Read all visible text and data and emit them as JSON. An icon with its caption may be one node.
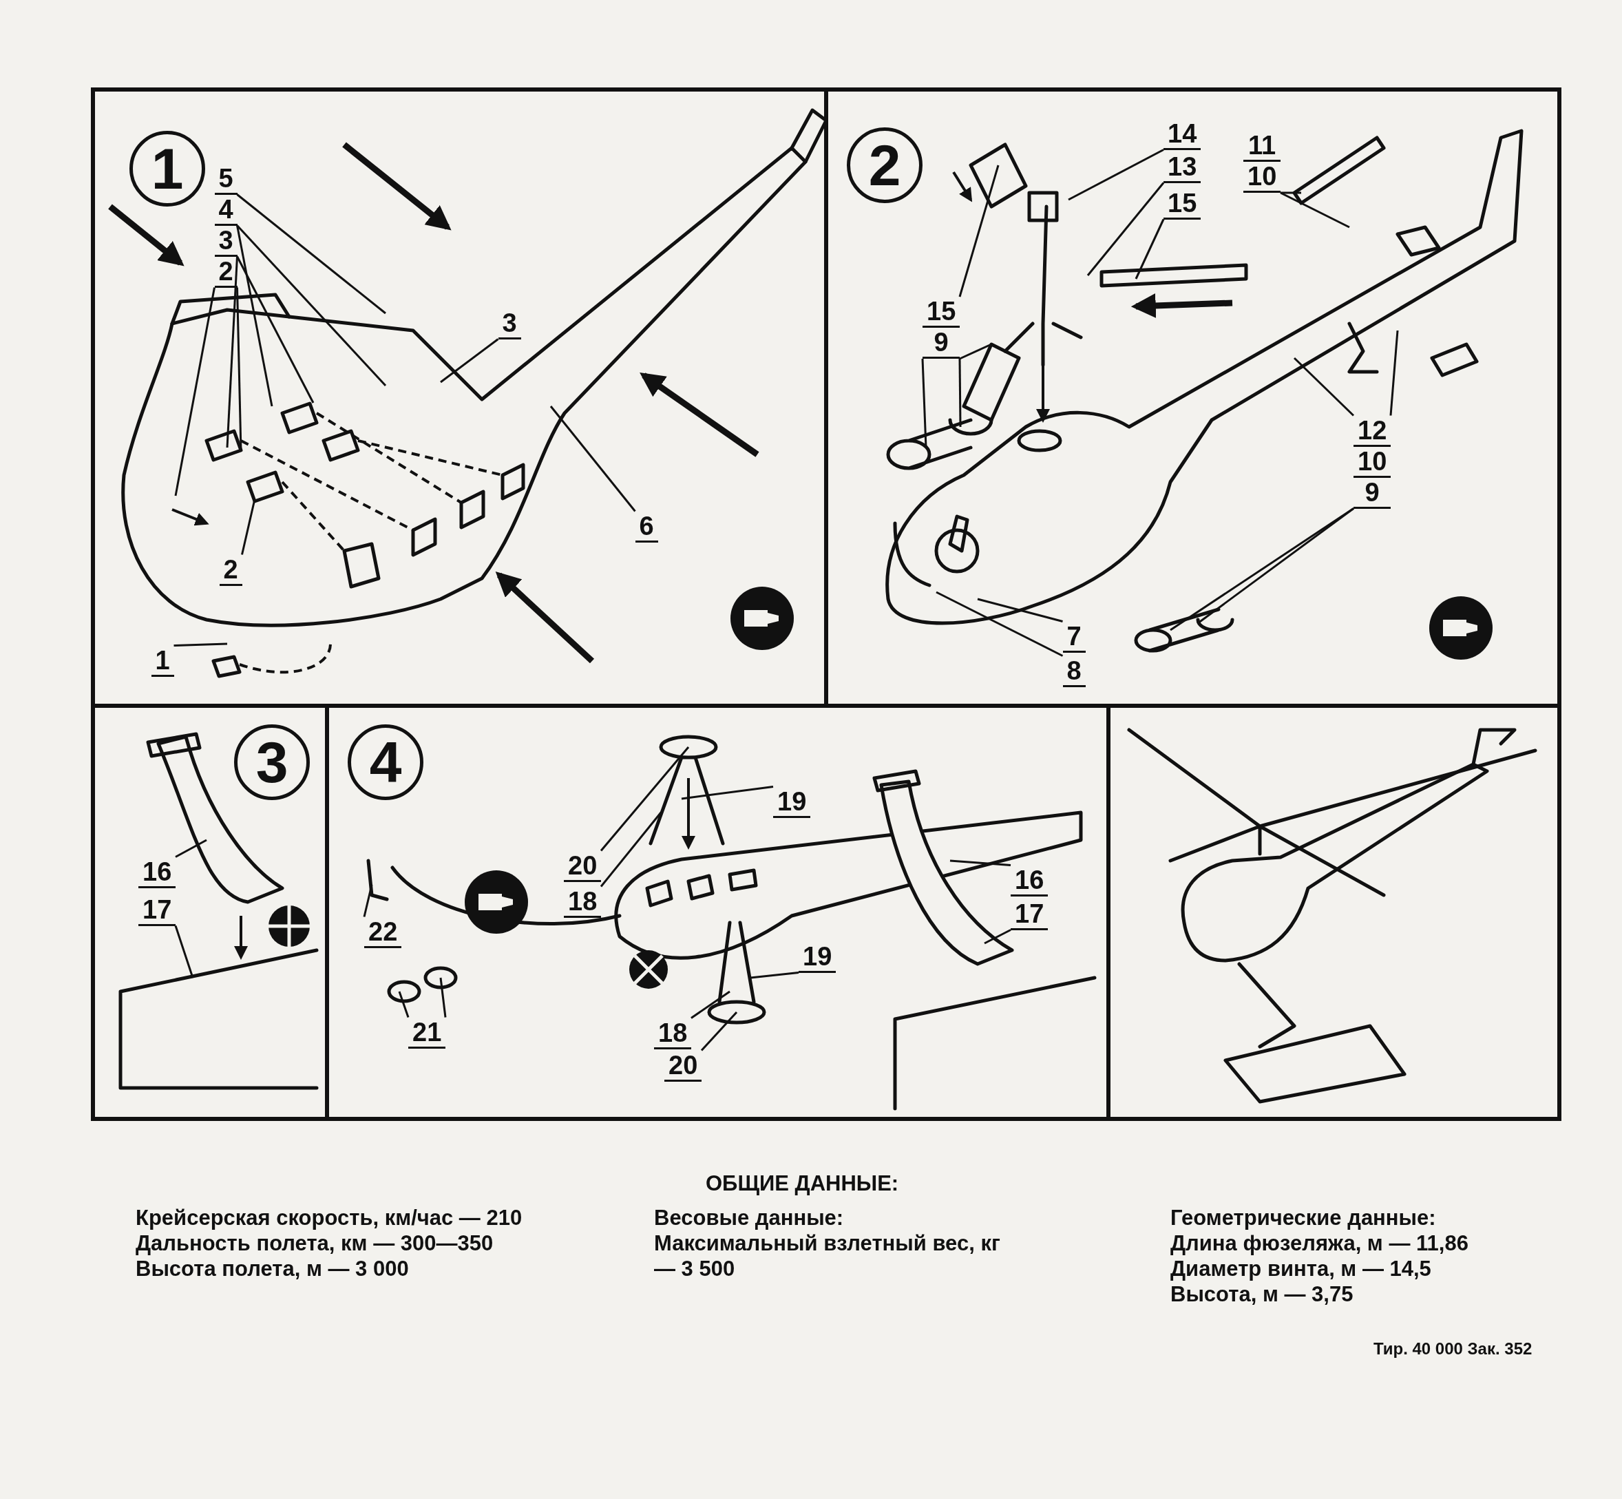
{
  "diagram": {
    "nodes": [
      {
        "text": [
          "5"
        ]
      },
      {
        "text": [
          "4"
        ]
      },
      {
        "text": [
          "3"
        ]
      },
      {
        "text": [
          "2"
        ]
      },
      {
        "text": [
          "3"
        ]
      },
      {
        "text": [
          "2"
        ]
      },
      {
        "text": [
          "1"
        ]
      },
      {
        "text": [
          "6"
        ]
      },
      {
        "text": [
          "14"
        ]
      },
      {
        "text": [
          "13"
        ]
      },
      {
        "text": [
          "15"
        ]
      },
      {
        "text": [
          "15",
          "9"
        ]
      },
      {
        "text": [
          "11",
          "10"
        ]
      },
      {
        "text": [
          "12",
          "10",
          "9"
        ]
      },
      {
        "text": [
          "7"
        ]
      },
      {
        "text": [
          "8"
        ]
      },
      {
        "text": [
          "16"
        ]
      },
      {
        "text": [
          "17"
        ]
      },
      {
        "text": [
          "20"
        ]
      },
      {
        "text": [
          "18"
        ]
      },
      {
        "text": [
          "19"
        ]
      },
      {
        "text": [
          "22"
        ]
      },
      {
        "text": [
          "21"
        ]
      },
      {
        "text": [
          "19"
        ]
      },
      {
        "text": [
          "18"
        ]
      },
      {
        "text": [
          "20"
        ]
      },
      {
        "text": [
          "16"
        ]
      },
      {
        "text": [
          "17"
        ]
      }
    ],
    "edges": [
      {
        "from": 0,
        "to": null,
        "arrow": "none"
      },
      {
        "from": 1,
        "to": null,
        "arrow": "none"
      },
      {
        "from": 1,
        "to": null,
        "arrow": "none"
      },
      {
        "from": 2,
        "to": null,
        "arrow": "none"
      },
      {
        "from": 2,
        "to": null,
        "arrow": "none"
      },
      {
        "from": 3,
        "to": null,
        "arrow": "none"
      },
      {
        "from": 3,
        "to": null,
        "arrow": "none"
      },
      {
        "from": 4,
        "to": null,
        "arrow": "none"
      },
      {
        "from": 5,
        "to": null,
        "arrow": "none"
      },
      {
        "from": 6,
        "to": null,
        "arrow": "none"
      },
      {
        "from": 7,
        "to": null,
        "arrow": "none"
      },
      {
        "from": 8,
        "to": null,
        "arrow": "none"
      },
      {
        "from": 9,
        "to": null,
        "arrow": "none"
      },
      {
        "from": 10,
        "to": null,
        "arrow": "none"
      },
      {
        "from": 11,
        "to": null,
        "arrow": "none"
      },
      {
        "from": 11,
        "to": null,
        "arrow": "none"
      },
      {
        "from": 11,
        "to": null,
        "arrow": "none"
      },
      {
        "from": 11,
        "to": null,
        "arrow": "none"
      },
      {
        "from": 12,
        "to": null,
        "arrow": "none"
      },
      {
        "from": 12,
        "to": null,
        "arrow": "none"
      },
      {
        "from": 13,
        "to": null,
        "arrow": "none"
      },
      {
        "from": 13,
        "to": null,
        "arrow": "none"
      },
      {
        "from": 13,
        "to": null,
        "arrow": "none"
      },
      {
        "from": 13,
        "to": null,
        "arrow": "none"
      },
      {
        "from": 14,
        "to": null,
        "arrow": "none"
      },
      {
        "from": 15,
        "to": null,
        "arrow": "none"
      },
      {
        "from": 16,
        "to": null,
        "arrow": "none"
      },
      {
        "from": 17,
        "to": null,
        "arrow": "none"
      },
      {
        "from": 18,
        "to": null,
        "arrow": "none"
      },
      {
        "from": 19,
        "to": null,
        "arrow": "none"
      },
      {
        "from": 20,
        "to": null,
        "arrow": "none"
      },
      {
        "from": 21,
        "to": null,
        "arrow": "none"
      },
      {
        "from": 22,
        "to": null,
        "arrow": "none"
      },
      {
        "from": 22,
        "to": null,
        "arrow": "none"
      },
      {
        "from": 23,
        "to": null,
        "arrow": "none"
      },
      {
        "from": 24,
        "to": null,
        "arrow": "none"
      },
      {
        "from": 25,
        "to": null,
        "arrow": "none"
      },
      {
        "from": 26,
        "to": null,
        "arrow": "none"
      },
      {
        "from": 27,
        "to": null,
        "arrow": "none"
      }
    ],
    "labels": [
      "1",
      "2",
      "3",
      "4",
      "ОБЩИЕ ДАННЫЕ:",
      "Крейсерская скорость, км/час — 210",
      "Дальность полета, км — 300—350",
      "Высота полета, м — 3 000",
      "Весовые данные:",
      "Максимальный взлетный вес, кг — 3 500",
      "Геометрические данные:",
      "Длина фюзеляжа, м — 11,86",
      "Диаметр винта, м — 14,5",
      "Высота, м — 3,75",
      "Тир. 40 000 Зак. 352"
    ]
  }
}
